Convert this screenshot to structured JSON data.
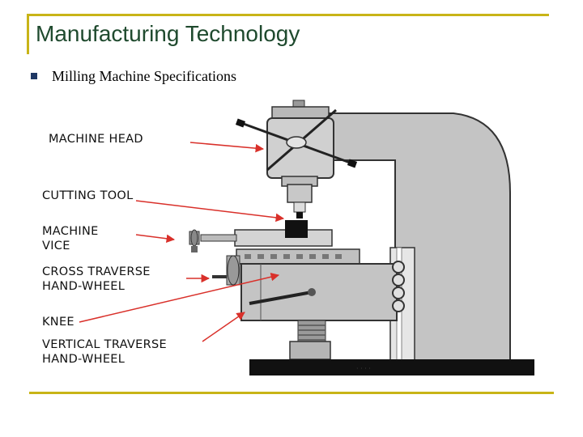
{
  "slide": {
    "title": "Manufacturing Technology",
    "bullet": "Milling Machine Specifications"
  },
  "figure": {
    "labels": {
      "machine_head": "MACHINE HEAD",
      "cutting_tool": "CUTTING TOOL",
      "machine_vice_1": "MACHINE",
      "machine_vice_2": "VICE",
      "cross_traverse_1": "CROSS TRAVERSE",
      "cross_traverse_2": "HAND-WHEEL",
      "knee": "KNEE",
      "vertical_traverse_1": "VERTICAL TRAVERSE",
      "vertical_traverse_2": "HAND-WHEEL"
    },
    "colors": {
      "frame_accent": "#c8b417",
      "machine_gray": "#c4c4c4",
      "arrow_red": "#d9302a",
      "title_green": "#1f4a2e"
    }
  }
}
